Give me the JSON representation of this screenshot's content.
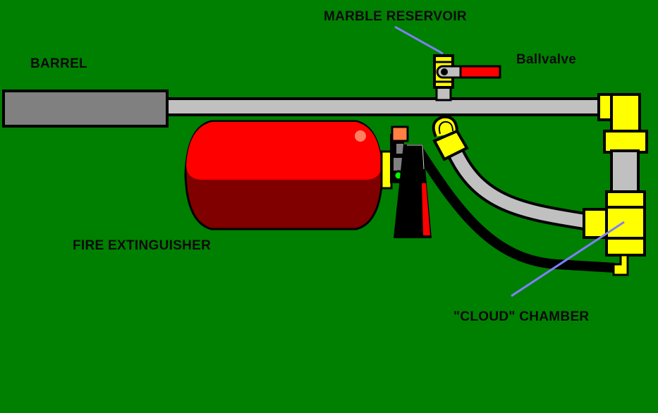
{
  "diagram": {
    "labels": {
      "barrel": "BARREL",
      "marble_reservoir": "MARBLE RESERVOIR",
      "ballvalve": "Ballvalve",
      "fire_extinguisher": "FIRE EXTINGUISHER",
      "cloud_chamber": "\"CLOUD\" CHAMBER"
    },
    "colors": {
      "background": "#008000",
      "barrel": "#808080",
      "pipe": "#C0C0C0",
      "fitting": "#FFFF00",
      "tank_top": "#FF0000",
      "tank_bottom": "#800000",
      "valve_handle": "#FF0000",
      "pointer": "#8080FF",
      "outline": "#000000"
    }
  }
}
